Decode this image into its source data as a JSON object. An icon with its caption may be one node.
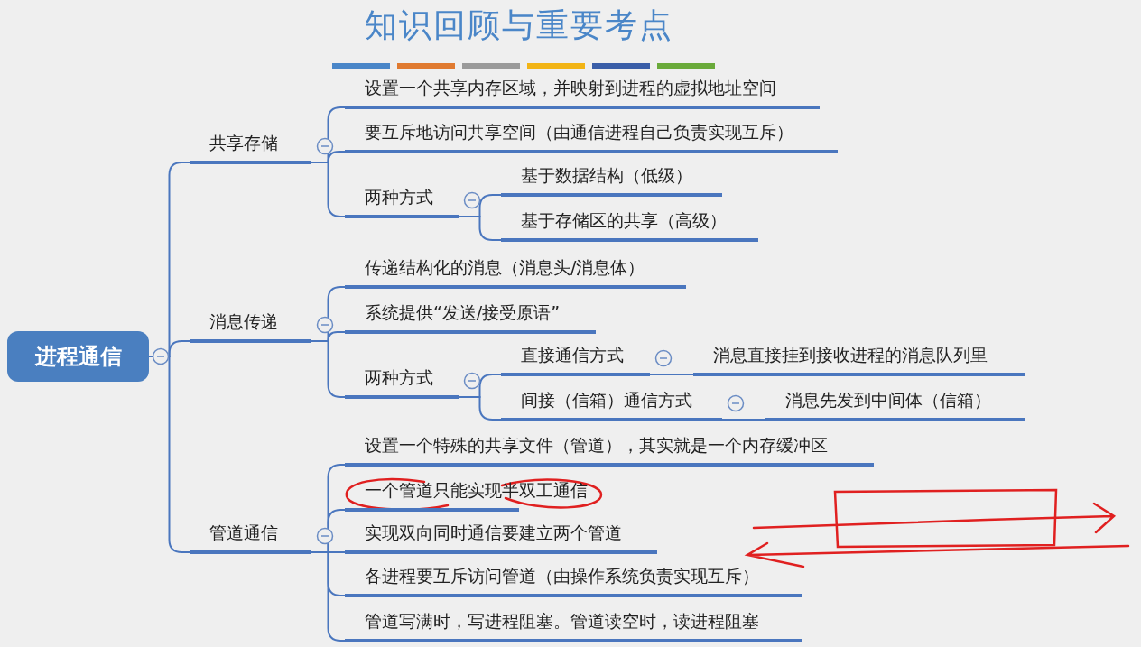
{
  "diagram": {
    "title": "知识回顾与重要考点",
    "nodes": [
      {
        "text": [
          "进程通信"
        ]
      },
      {
        "text": [
          "共享存储"
        ]
      },
      {
        "text": [
          "设置一个共享内存区域，并映射到进程的虚拟地址空间"
        ]
      },
      {
        "text": [
          "要互斥地访问共享空间（由通信进程自己负责实现互斥）"
        ]
      },
      {
        "text": [
          "两种方式"
        ]
      },
      {
        "text": [
          "基于数据结构（低级）"
        ]
      },
      {
        "text": [
          "基于存储区的共享（高级）"
        ]
      },
      {
        "text": [
          "消息传递"
        ]
      },
      {
        "text": [
          "传递结构化的消息（消息头/消息体）"
        ]
      },
      {
        "text": [
          "系统提供“发送/接受原语”"
        ]
      },
      {
        "text": [
          "两种方式"
        ]
      },
      {
        "text": [
          "直接通信方式"
        ]
      },
      {
        "text": [
          "消息直接挂到接收进程的消息队列里"
        ]
      },
      {
        "text": [
          "间接（信箱）通信方式"
        ]
      },
      {
        "text": [
          "消息先发到中间体（信箱）"
        ]
      },
      {
        "text": [
          "管道通信"
        ]
      },
      {
        "text": [
          "设置一个特殊的共享文件（管道），其实就是一个内存缓冲区"
        ]
      },
      {
        "text": [
          "一个管道只能实现半双工通信"
        ]
      },
      {
        "text": [
          "实现双向同时通信要建立两个管道"
        ]
      },
      {
        "text": [
          "各进程要互斥访问管道（由操作系统负责实现互斥）"
        ]
      },
      {
        "text": [
          "管道写满时，写进程阻塞。管道读空时，读进程阻塞"
        ]
      }
    ],
    "edges": [
      {
        "from": 0,
        "to": 1,
        "arrow": "none"
      },
      {
        "from": 0,
        "to": 7,
        "arrow": "none"
      },
      {
        "from": 0,
        "to": 15,
        "arrow": "none"
      },
      {
        "from": 1,
        "to": 2,
        "arrow": "none"
      },
      {
        "from": 1,
        "to": 3,
        "arrow": "none"
      },
      {
        "from": 1,
        "to": 4,
        "arrow": "none"
      },
      {
        "from": 4,
        "to": 5,
        "arrow": "none"
      },
      {
        "from": 4,
        "to": 6,
        "arrow": "none"
      },
      {
        "from": 7,
        "to": 8,
        "arrow": "none"
      },
      {
        "from": 7,
        "to": 9,
        "arrow": "none"
      },
      {
        "from": 7,
        "to": 10,
        "arrow": "none"
      },
      {
        "from": 10,
        "to": 11,
        "arrow": "none"
      },
      {
        "from": 10,
        "to": 13,
        "arrow": "none"
      },
      {
        "from": 11,
        "to": 12,
        "arrow": "none"
      },
      {
        "from": 13,
        "to": 14,
        "arrow": "none"
      },
      {
        "from": 15,
        "to": 16,
        "arrow": "none"
      },
      {
        "from": 15,
        "to": 17,
        "arrow": "none"
      },
      {
        "from": 15,
        "to": 18,
        "arrow": "none"
      },
      {
        "from": 15,
        "to": 19,
        "arrow": "none"
      },
      {
        "from": 15,
        "to": 20,
        "arrow": "none"
      }
    ]
  }
}
